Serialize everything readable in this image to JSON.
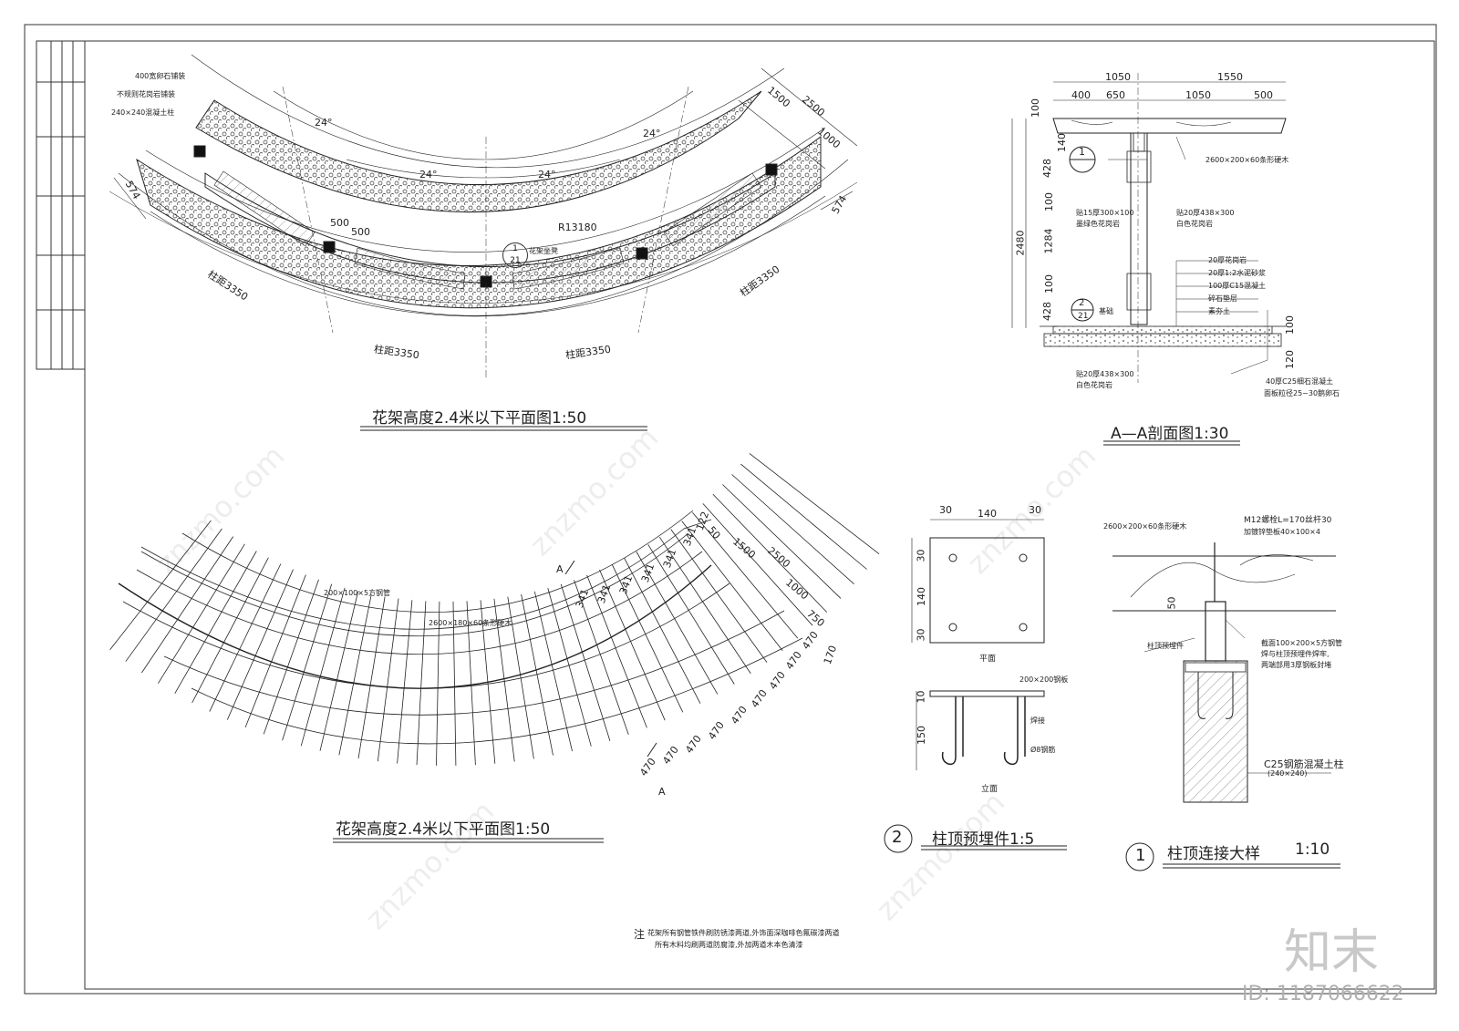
{
  "plan1": {
    "title": "花架高度2.4米以下平面图1:50",
    "label_paving_400": "400宽卵石铺装",
    "label_paving_stone": "不规则花岗岩铺装",
    "label_column": "240×240混凝土柱",
    "label_seat": "花架坐凳",
    "callout_num": "1",
    "callout_den": "21",
    "angle": "24°",
    "dim_1500": "1500",
    "dim_2500": "2500",
    "dim_1000": "1000",
    "dim_574": "574",
    "dim_500": "500",
    "radius": "R13180",
    "spacing_left": "柱距3350",
    "spacing_right": "柱距3350",
    "spacing_bl": "柱距3350",
    "spacing_br": "柱距3350"
  },
  "plan2": {
    "title": "花架高度2.4米以下平面图1:50",
    "label_steel": "200×100×5方钢管",
    "label_wood": "2600×180×60条形硬木",
    "section_mark": "A",
    "dim_341": "341",
    "dim_122": "122",
    "dim_50": "50",
    "dim_470": "470",
    "dim_170": "170",
    "dim_1500": "1500",
    "dim_2500": "2500",
    "dim_1000": "1000",
    "dim_750": "750"
  },
  "section": {
    "title": "A—A剖面图1:30",
    "dim_1050": "1050",
    "dim_1550": "1550",
    "dim_400": "400",
    "dim_650": "650",
    "dim_1050b": "1050",
    "dim_500": "500",
    "dim_100": "100",
    "dim_140": "140",
    "dim_428": "428",
    "dim_2480": "2480",
    "dim_1284": "1284",
    "dim_120": "120",
    "label_wood": "2600×200×60条形硬木",
    "label_granite_left": "贴15厚300×100",
    "label_granite_left2": "墨绿色花岗岩",
    "label_granite_right": "贴20厚438×300",
    "label_granite_right2": "白色花岗岩",
    "label_foundation": "基础",
    "label_bottom": "贴20厚438×300",
    "label_bottom2": "白色花岗岩",
    "layers": [
      "20厚花岗岩",
      "20厚1:2水泥砂浆",
      "100厚C15混凝土",
      "碎石垫层",
      "素夯土"
    ],
    "label_c25": "40厚C25细石混凝土",
    "label_gravel": "面板粒径25~30鹅卵石",
    "callout1": "1",
    "callout2": "2",
    "callout2_den": "21"
  },
  "embed": {
    "title": "柱顶预埋件1:5",
    "num": "2",
    "plan_label": "平面",
    "elev_label": "立面",
    "dim_30": "30",
    "dim_140": "140",
    "dim_10": "10",
    "dim_150": "150",
    "label_plate": "200×200钢板",
    "label_weld": "焊接",
    "label_bar": "Ø8钢筋"
  },
  "detail": {
    "title": "柱顶连接大样",
    "scale": "1:10",
    "num": "1",
    "label_wood": "2600×200×60条形硬木",
    "label_bolt": "M12螺栓L=170丝杆30",
    "label_washer": "加镀锌垫板40×100×4",
    "label_embed": "柱顶预埋件",
    "label_tube": "截面100×200×5方钢管",
    "label_tube2": "焊与柱顶预埋件焊牢,",
    "label_tube3": "两端部用3厚钢板封堵",
    "dim_50": "50",
    "label_c25": "C25钢筋混凝土柱",
    "label_c25b": "(240×240)"
  },
  "note": {
    "lead": "注",
    "line1": "花架所有钢管铁件刷防锈漆两道,外饰面深咖啡色氟碳漆两道",
    "line2": "所有木料均刷两道防腐漆,外加两道木本色清漆"
  },
  "brand": {
    "logo": "知末",
    "id": "ID: 1187066622",
    "watermark": "znzmo.com"
  }
}
